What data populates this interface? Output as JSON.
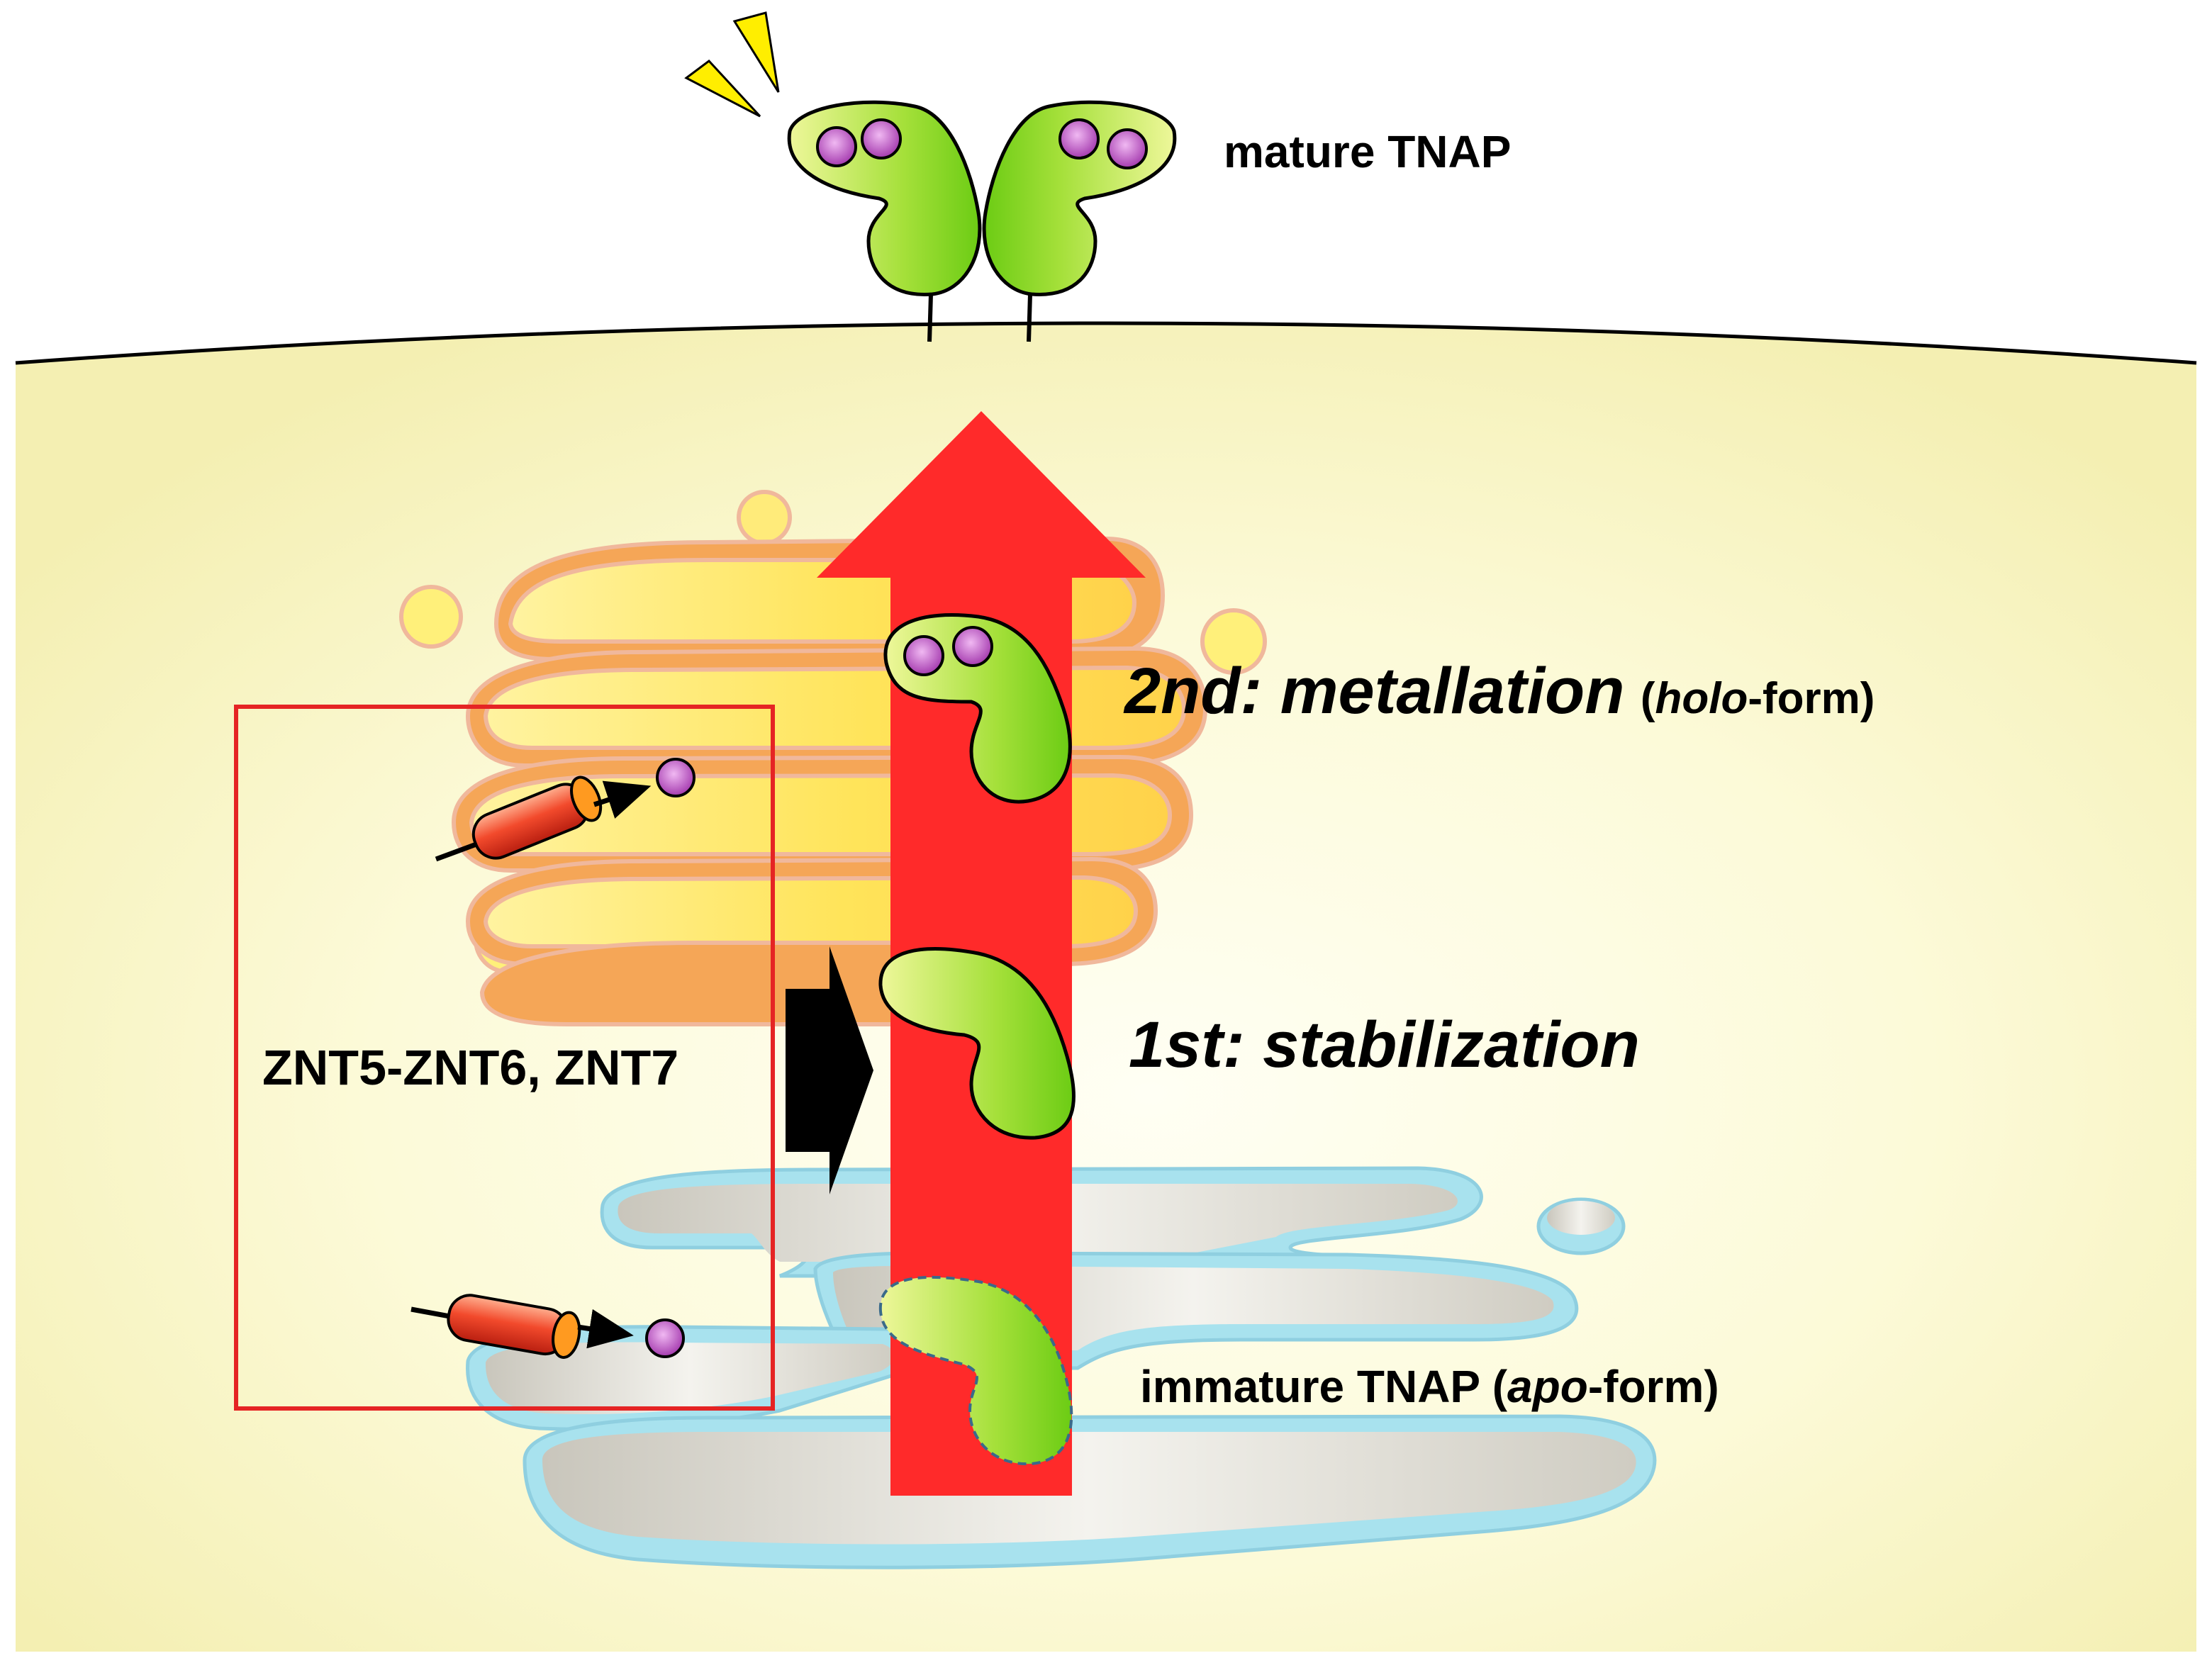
{
  "labels": {
    "mature": "mature TNAP",
    "second_step": "2nd: metallation",
    "second_form_open": "(",
    "second_form_italic": "holo",
    "second_form_rest": "-form)",
    "first_step": "1st: stabilization",
    "transporters": "ZNT5-ZNT6, ZNT7",
    "immature_prefix": "immature TNAP (",
    "immature_italic": "apo",
    "immature_rest": "-form)"
  },
  "colors": {
    "cytoplasm_center": "#fffff0",
    "cytoplasm_edge": "#f5f0b4",
    "golgi_orange": "#f5a657",
    "golgi_yellow": "#fff07a",
    "er_blue": "#a8e2ee",
    "er_gray": "#d8d6cf",
    "arrow_red": "#ff2a2a",
    "protein_green": "#7fd21c",
    "protein_light": "#e6f58a",
    "zinc_purple": "#b04ab8",
    "box_red": "#e52424",
    "spark_yellow": "#ffee00"
  }
}
